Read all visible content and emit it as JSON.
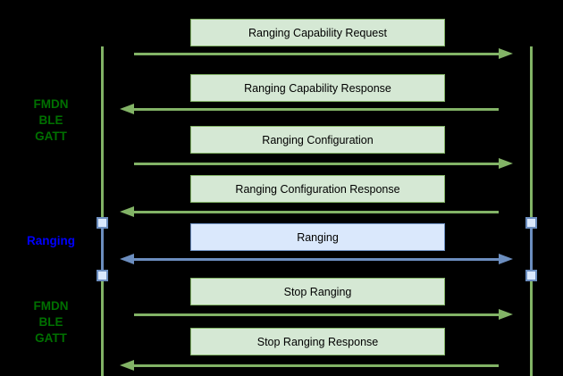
{
  "diagram_type": "sequence-diagram",
  "colors": {
    "background": "#000000",
    "green_stroke": "#82b366",
    "green_fill": "#d5e8d4",
    "blue_stroke": "#6c8ebf",
    "blue_fill": "#dae8fc",
    "phase_label_green": "#007000",
    "phase_label_blue": "#0000ff",
    "message_text": "#000000"
  },
  "phase_labels": [
    {
      "text": "FMDN\nBLE\nGATT",
      "color": "green"
    },
    {
      "text": "Ranging",
      "color": "blue"
    },
    {
      "text": "FMDN\nBLE\nGATT",
      "color": "green"
    }
  ],
  "lifelines": [
    {
      "side": "left"
    },
    {
      "side": "right"
    }
  ],
  "messages": [
    {
      "label": "Ranging Capability Request",
      "direction": "right",
      "color": "green"
    },
    {
      "label": "Ranging Capability Response",
      "direction": "left",
      "color": "green"
    },
    {
      "label": "Ranging Configuration",
      "direction": "right",
      "color": "green"
    },
    {
      "label": "Ranging Configuration Response",
      "direction": "left",
      "color": "green"
    },
    {
      "label": "Ranging",
      "direction": "both",
      "color": "blue"
    },
    {
      "label": "Stop Ranging",
      "direction": "right",
      "color": "green"
    },
    {
      "label": "Stop Ranging Response",
      "direction": "left",
      "color": "green"
    }
  ]
}
